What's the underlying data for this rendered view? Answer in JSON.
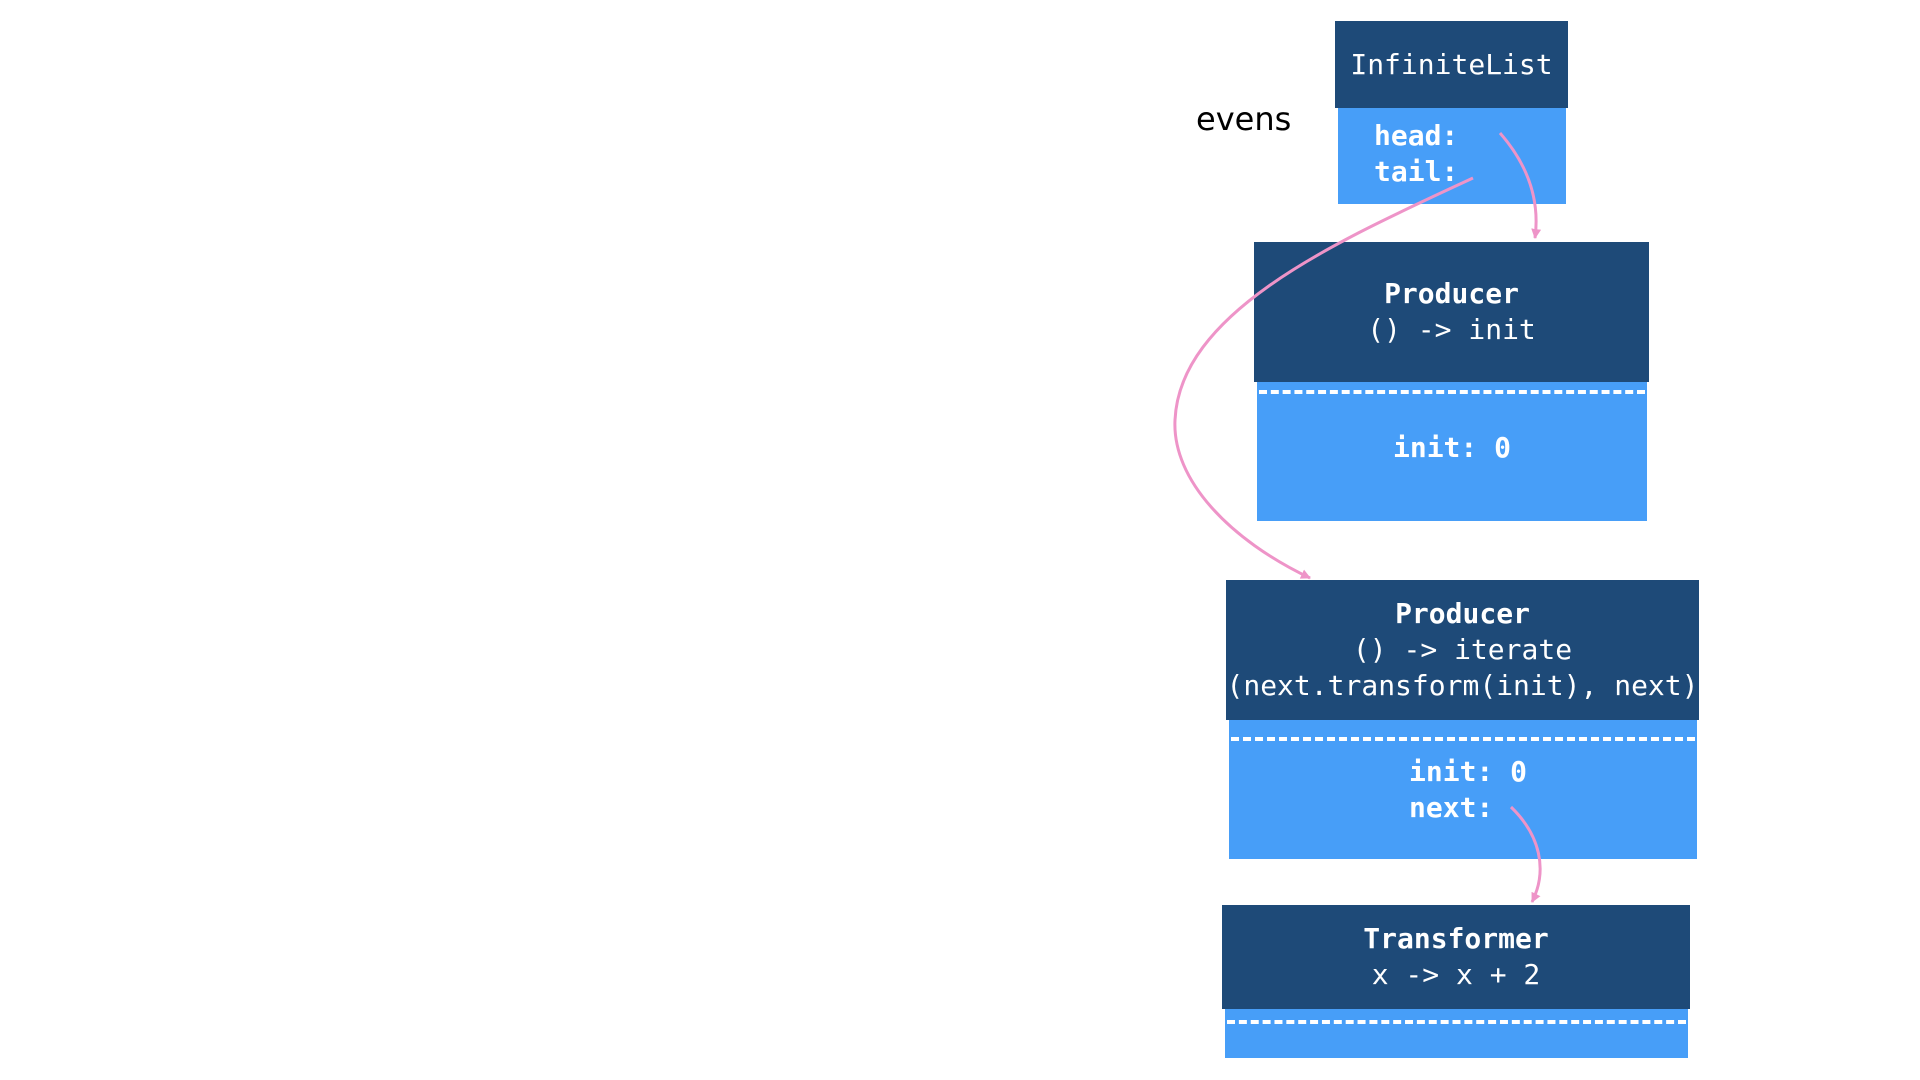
{
  "variable_label": "evens",
  "infinite_list": {
    "title": "InfiniteList",
    "fields": [
      "head:",
      "tail:"
    ]
  },
  "producer1": {
    "title": "Producer",
    "lambda": "() -> init",
    "fields": [
      "init: 0"
    ]
  },
  "producer2": {
    "title": "Producer",
    "lambda": "() -> iterate",
    "lambda_args": "(next.transform(init), next)",
    "fields": [
      "init: 0",
      "next:"
    ]
  },
  "transformer": {
    "title": "Transformer",
    "lambda": "x -> x + 2"
  },
  "colors": {
    "header": "#1e4a78",
    "body": "#479ef8",
    "arrow": "#ee94c8"
  }
}
